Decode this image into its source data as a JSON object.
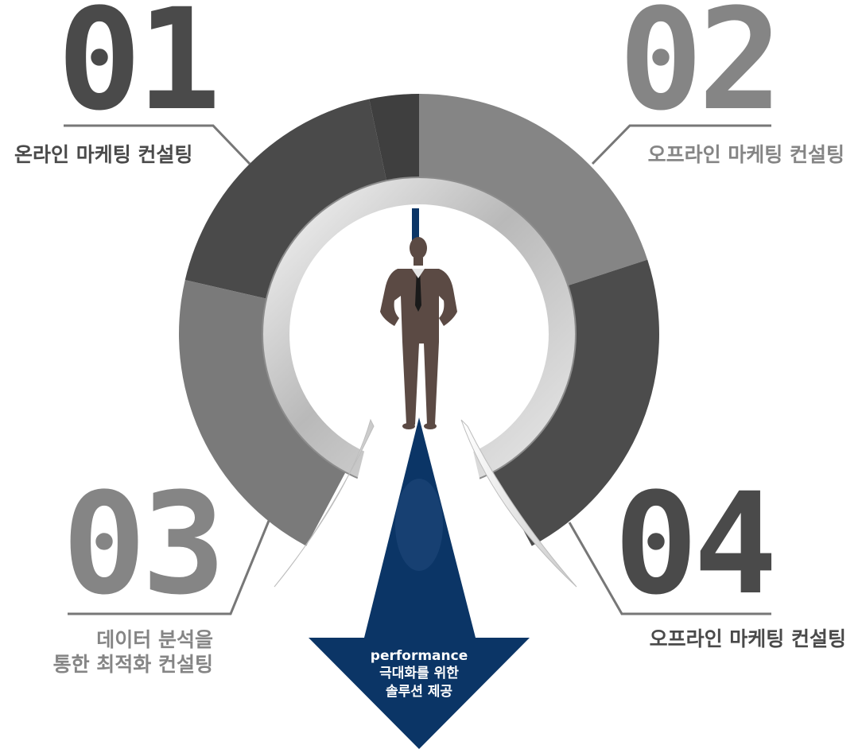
{
  "colors": {
    "dark": "#4a4a4a",
    "mid_dark": "#565656",
    "light": "#858585",
    "mid": "#7a7a7a",
    "navy": "#0b3566",
    "figure": "#5b4a44",
    "connector": "#777777"
  },
  "sections": [
    {
      "number": "01",
      "label": "온라인 마케팅 컨설팅"
    },
    {
      "number": "02",
      "label": "오프라인 마케팅 컨설팅"
    },
    {
      "number": "03",
      "label_line1": "데이터 분석을",
      "label_line2": "통한 최적화 컨설팅"
    },
    {
      "number": "04",
      "label": "오프라인 마케팅 컨설팅"
    }
  ],
  "center": {
    "icon": "businessman-icon",
    "arrow_line1": "performance",
    "arrow_line2": "극대화를 위한",
    "arrow_line3": "솔루션 제공"
  }
}
